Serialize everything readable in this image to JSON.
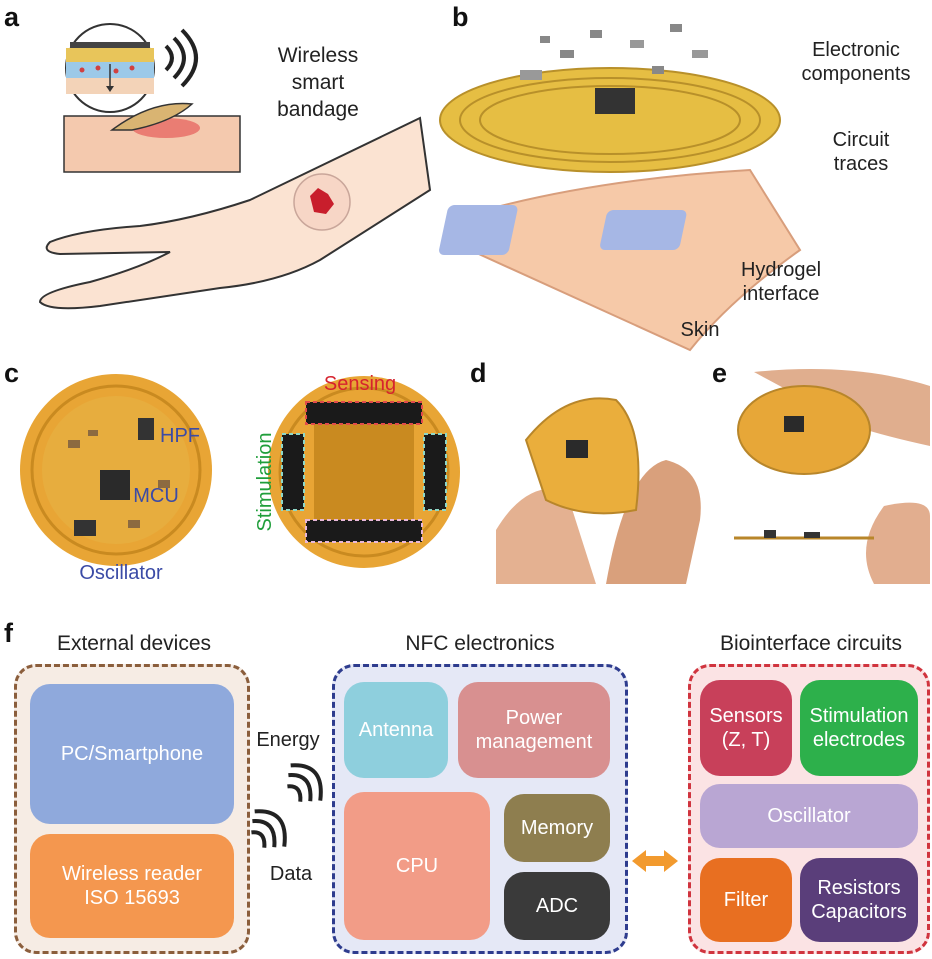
{
  "panels": {
    "a": {
      "label": "a",
      "caption_lines": [
        "Wireless",
        "smart",
        "bandage"
      ]
    },
    "b": {
      "label": "b",
      "layers": [
        {
          "lines": [
            "Electronic",
            "components"
          ]
        },
        {
          "lines": [
            "Circuit",
            "traces"
          ]
        },
        {
          "lines": [
            "Hydrogel",
            "interface"
          ]
        },
        {
          "lines": [
            "Skin"
          ]
        }
      ]
    },
    "c": {
      "label": "c",
      "front_labels": {
        "hpf": "HPF",
        "mcu": "MCU",
        "oscillator": "Oscillator"
      },
      "back_labels": {
        "sensing": "Sensing",
        "stimulation": "Stimulation"
      }
    },
    "d": {
      "label": "d"
    },
    "e": {
      "label": "e"
    },
    "f": {
      "label": "f",
      "groups": {
        "external": {
          "title": "External devices",
          "blocks": [
            {
              "lines": [
                "PC/Smartphone"
              ],
              "color": "#8FA9DC"
            },
            {
              "lines": [
                "Wireless reader",
                "ISO 15693"
              ],
              "color": "#F4974F"
            }
          ]
        },
        "nfc": {
          "title": "NFC electronics",
          "blocks": [
            {
              "lines": [
                "Antenna"
              ],
              "color": "#8ECFDD"
            },
            {
              "lines": [
                "Power",
                "management"
              ],
              "color": "#D89090"
            },
            {
              "lines": [
                "CPU"
              ],
              "color": "#F29C87"
            },
            {
              "lines": [
                "Memory"
              ],
              "color": "#8E7E4F"
            },
            {
              "lines": [
                "ADC"
              ],
              "color": "#3A3A3A"
            }
          ]
        },
        "bio": {
          "title": "Biointerface circuits",
          "blocks": [
            {
              "lines": [
                "Sensors",
                "(Z, T)"
              ],
              "color": "#C8405A"
            },
            {
              "lines": [
                "Stimulation",
                "electrodes"
              ],
              "color": "#2DB04B"
            },
            {
              "lines": [
                "Oscillator"
              ],
              "color": "#B9A6D3"
            },
            {
              "lines": [
                "Filter"
              ],
              "color": "#E86F21"
            },
            {
              "lines": [
                "Resistors",
                "Capacitors"
              ],
              "color": "#5A3E7A"
            }
          ]
        }
      },
      "links": {
        "energy": "Energy",
        "data": "Data"
      },
      "border_colors": {
        "external": "#8B5E3C",
        "nfc": "#2E3C8E",
        "bio": "#D0343E"
      }
    }
  }
}
